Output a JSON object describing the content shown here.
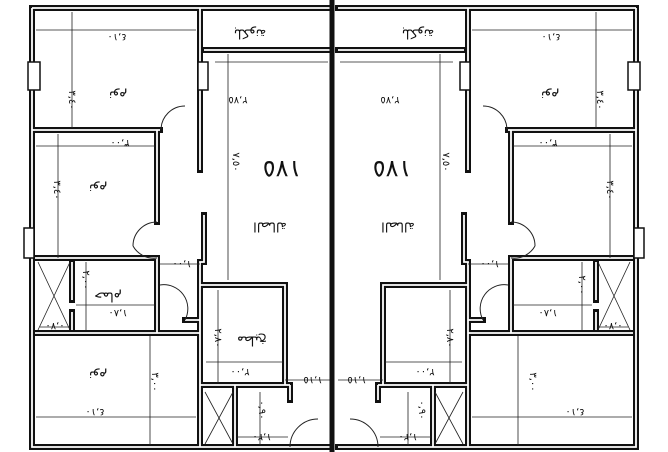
{
  "plan": {
    "rooms": {
      "balcony": "بلكونة",
      "bedroom": "نوم",
      "hall": "الصالة",
      "hall_area": "١٧٥",
      "kitchen": "مطبخ",
      "bathroom": "حمام"
    },
    "dimensions": {
      "bed1_width": "٤,١٠",
      "bed1_height": "٣,٤٠",
      "bed2_width": "٣,٠٠",
      "bed2_height": "٣,٤٠",
      "hall_width": "٢,٧٥",
      "hall_height": "٧,٥٠",
      "corridor": "١,٠٠",
      "bath_width": "١,٨٠",
      "bath_height": "٢,٠٠",
      "shaft": "٠,٧٠",
      "bed3_width": "٤,١٠",
      "bed3_height": "٣,٠٠",
      "kitchen_height": "٢,٨٠",
      "kitchen_width": "٢,٠٠",
      "entry": "١,١٥",
      "wc_height": "٠,٩٠",
      "wc_width": "١,٢٠"
    }
  }
}
